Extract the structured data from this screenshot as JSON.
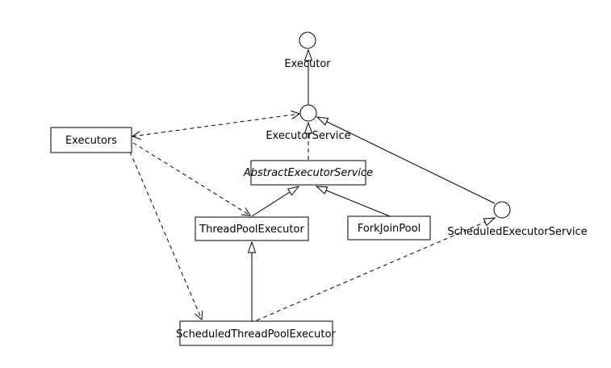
{
  "diagram": {
    "kind": "uml-class-diagram",
    "subject": "Java Executor framework hierarchy",
    "colors": {
      "background": "#ffffff",
      "stroke": "#000000"
    },
    "nodes": {
      "executor": {
        "label": "Executor",
        "kind": "interface"
      },
      "executor_service": {
        "label": "ExecutorService",
        "kind": "interface"
      },
      "scheduled_executor_service": {
        "label": "ScheduledExecutorService",
        "kind": "interface"
      },
      "executors": {
        "label": "Executors",
        "kind": "class"
      },
      "abstract_executor_service": {
        "label": "AbstractExecutorService",
        "kind": "abstract-class"
      },
      "thread_pool_executor": {
        "label": "ThreadPoolExecutor",
        "kind": "class"
      },
      "fork_join_pool": {
        "label": "ForkJoinPool",
        "kind": "class"
      },
      "scheduled_thread_pool_executor": {
        "label": "ScheduledThreadPoolExecutor",
        "kind": "class"
      }
    },
    "edges": [
      {
        "from": "executor_service",
        "to": "executor",
        "style": "solid",
        "head": "hollow-triangle",
        "relation": "extends"
      },
      {
        "from": "abstract_executor_service",
        "to": "executor_service",
        "style": "dashed",
        "head": "hollow-triangle",
        "relation": "implements"
      },
      {
        "from": "scheduled_executor_service",
        "to": "executor_service",
        "style": "solid",
        "head": "hollow-triangle",
        "relation": "extends"
      },
      {
        "from": "thread_pool_executor",
        "to": "abstract_executor_service",
        "style": "solid",
        "head": "hollow-triangle",
        "relation": "extends"
      },
      {
        "from": "fork_join_pool",
        "to": "abstract_executor_service",
        "style": "solid",
        "head": "hollow-triangle",
        "relation": "extends"
      },
      {
        "from": "scheduled_thread_pool_executor",
        "to": "thread_pool_executor",
        "style": "solid",
        "head": "hollow-triangle",
        "relation": "extends"
      },
      {
        "from": "scheduled_thread_pool_executor",
        "to": "scheduled_executor_service",
        "style": "dashed",
        "head": "hollow-triangle",
        "relation": "implements"
      },
      {
        "from": "executors",
        "to": "executor_service",
        "style": "dashed",
        "head": "open-arrow-both-ends",
        "relation": "dependency"
      },
      {
        "from": "executors",
        "to": "thread_pool_executor",
        "style": "dashed",
        "head": "open-arrow",
        "relation": "dependency"
      },
      {
        "from": "executors",
        "to": "scheduled_thread_pool_executor",
        "style": "dashed",
        "head": "open-arrow",
        "relation": "dependency"
      }
    ]
  }
}
